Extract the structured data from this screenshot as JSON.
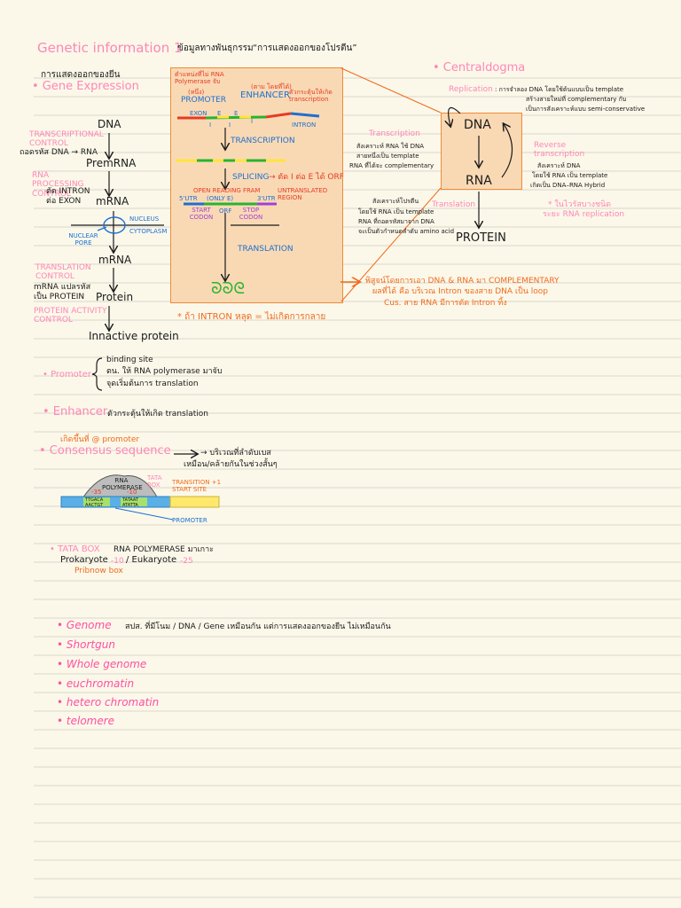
{
  "title": "Genetic information 1",
  "title_note": "ข้อมูลทางพันธุกรรม",
  "title_quote": "“การแสดงออกของโปรตีน”",
  "ge": {
    "thai": "การแสดงออกของยีน",
    "heading": "• Gene Expression",
    "dna": "DNA",
    "tc_label": "TRANSCRIPTIONAL CONTROL",
    "tc_note": "ถอดรหัส DNA → RNA",
    "premrna": "PremRNA",
    "rpc_label": "RNA PROCESSING CONTROL",
    "rpc_note1": "ตัด INTRON",
    "rpc_note2": "ต่อ EXON",
    "mrna1": "mRNA",
    "nucleus": "NUCLEUS",
    "cytoplasm": "CYTOPLASM",
    "nuclear_pore": "NUCLEAR PORE",
    "mrna2": "mRNA",
    "tlc_label": "TRANSLATION CONTROL",
    "tlc_note1": "mRNA แปลรหัส",
    "tlc_note2": "เป็น PROTEIN",
    "protein": "Protein",
    "pac_label": "PROTEIN ACTIVITY CONTROL",
    "inactive": "Innactive protein"
  },
  "box": {
    "poly_note": "ตำแหน่งที่ไม่ RNA Polymerase จับ",
    "promoter_thai": "(หนึ่ง)",
    "promoter": "PROMOTER",
    "enhancer_thai": "(ตาม โดยที่ได้)",
    "enhancer": "ENHANCER",
    "enh_note": "ตัวกระตุ้นให้เกิด transcription",
    "exon": "EXON",
    "e": "E",
    "i": "I",
    "intron": "INTRON",
    "transcription": "TRANSCRIPTION",
    "splicing": "SPLICING",
    "splice_note": "→ ตัด I ต่อ E ได้ ORF",
    "orf_label": "OPEN READING FRAM",
    "utr_note": "UNTRANSLATED REGION",
    "utr5": "5'UTR",
    "orf": "(ONLY E)",
    "utr3": "3'UTR",
    "start": "START CODON",
    "orf2": "ORF",
    "stop": "STOP CODON",
    "translation": "TRANSLATION",
    "protein_glyph": "ᘐᘐᘓ"
  },
  "intron_warning": "* ถ้า INTRON หลุด = ไม่เกิดการกลาย",
  "cd": {
    "heading": "• Centraldogma",
    "replication": "Replication",
    "rep_note1": ": การจำลอง DNA โดยใช้ต้นแบบเป็น template",
    "rep_note2": "สร้างสายใหม่ที่ complementary กับ",
    "rep_note3": "เป็นการสังเคราะห์แบบ semi-conservative",
    "dna": "DNA",
    "rna": "RNA",
    "protein": "PROTEIN",
    "transcription": "Transcription",
    "tx_note1": "สังเคราะห์ RNA ใช้ DNA",
    "tx_note2": "สายหนึ่งเป็น template",
    "tx_note3": "RNA ที่ได้จะ complementary",
    "reverse": "Reverse transcription",
    "rev_note1": "สังเคราะห์ DNA",
    "rev_note2": "โดยใช้ RNA เป็น template",
    "rev_note3": "เกิดเป็น DNA–RNA Hybrid",
    "rep_rna": "* ในไวรัสบางชนิด",
    "rep_rna2": "ระยะ RNA replication",
    "translation": "Translation",
    "tl_note1": "สังเคราะห์โปรตีน",
    "tl_note2": "โดยใช้ RNA เป็น template",
    "tl_note3": "RNA ที่ถอดรหัสมาจาก DNA",
    "tl_note4": "จะเป็นตัวกำหนดลำดับ amino acid"
  },
  "proof1": "พิสูจน์โดยการเอา DNA & RNA มา COMPLEMENTARY",
  "proof2": "ผลที่ได้ คือ บริเวณ Intron ของสาย DNA เป็น loop",
  "proof3": "Cus. สาย RNA มีการตัด Intron ทิ้ง",
  "promoter_sec": {
    "heading": "• Promoter",
    "n1": "binding site",
    "n2": "ตน. ให้ RNA polymerase มาจับ",
    "n3": "จุดเริ่มต้นการ translation"
  },
  "enhancer_sec": {
    "heading": "• Enhancer",
    "note": "ตัวกระตุ้นให้เกิด translation"
  },
  "consensus": {
    "pre": "เกิดขึ้นที่ @ promoter",
    "heading": "• Consensus sequence",
    "n1": "→ บริเวณที่ลำดับเบส",
    "n2": "เหมือน/คล้ายกันในช่วงสั้นๆ",
    "poly": "RNA POLYMERASE",
    "m35": "-35",
    "m10": "-10",
    "seq35": "TTGACA AACTGT",
    "seq10": "TATAAT ATATTA",
    "tata": "TATA BOX",
    "transition": "TRANSITION +1 START SITE",
    "promoter": "PROMOTER"
  },
  "tata": {
    "heading": "• TATA BOX",
    "note": "RNA POLYMERASE มาเกาะ",
    "prok": "Prokaryote",
    "prok_n": "-10",
    "euk": "/ Eukaryote",
    "euk_n": "-25",
    "pribnow": "Pribnow box"
  },
  "list": {
    "genome": "• Genome",
    "genome_note": "สปส. ที่มีโนม / DNA / Gene เหมือนกัน แต่การแสดงออกของยีน ไม่เหมือนกัน",
    "shotgun": "• Shortgun",
    "whole": "• Whole genome",
    "euchro": "• euchromatin",
    "hetero": "• hetero chromatin",
    "telomere": "• telomere"
  },
  "colors": {
    "paper": "#fbf8ea",
    "pink": "#ff4fa0",
    "orange": "#f26a1b",
    "blue": "#1e6fd1",
    "box": "#f9d9b4"
  }
}
